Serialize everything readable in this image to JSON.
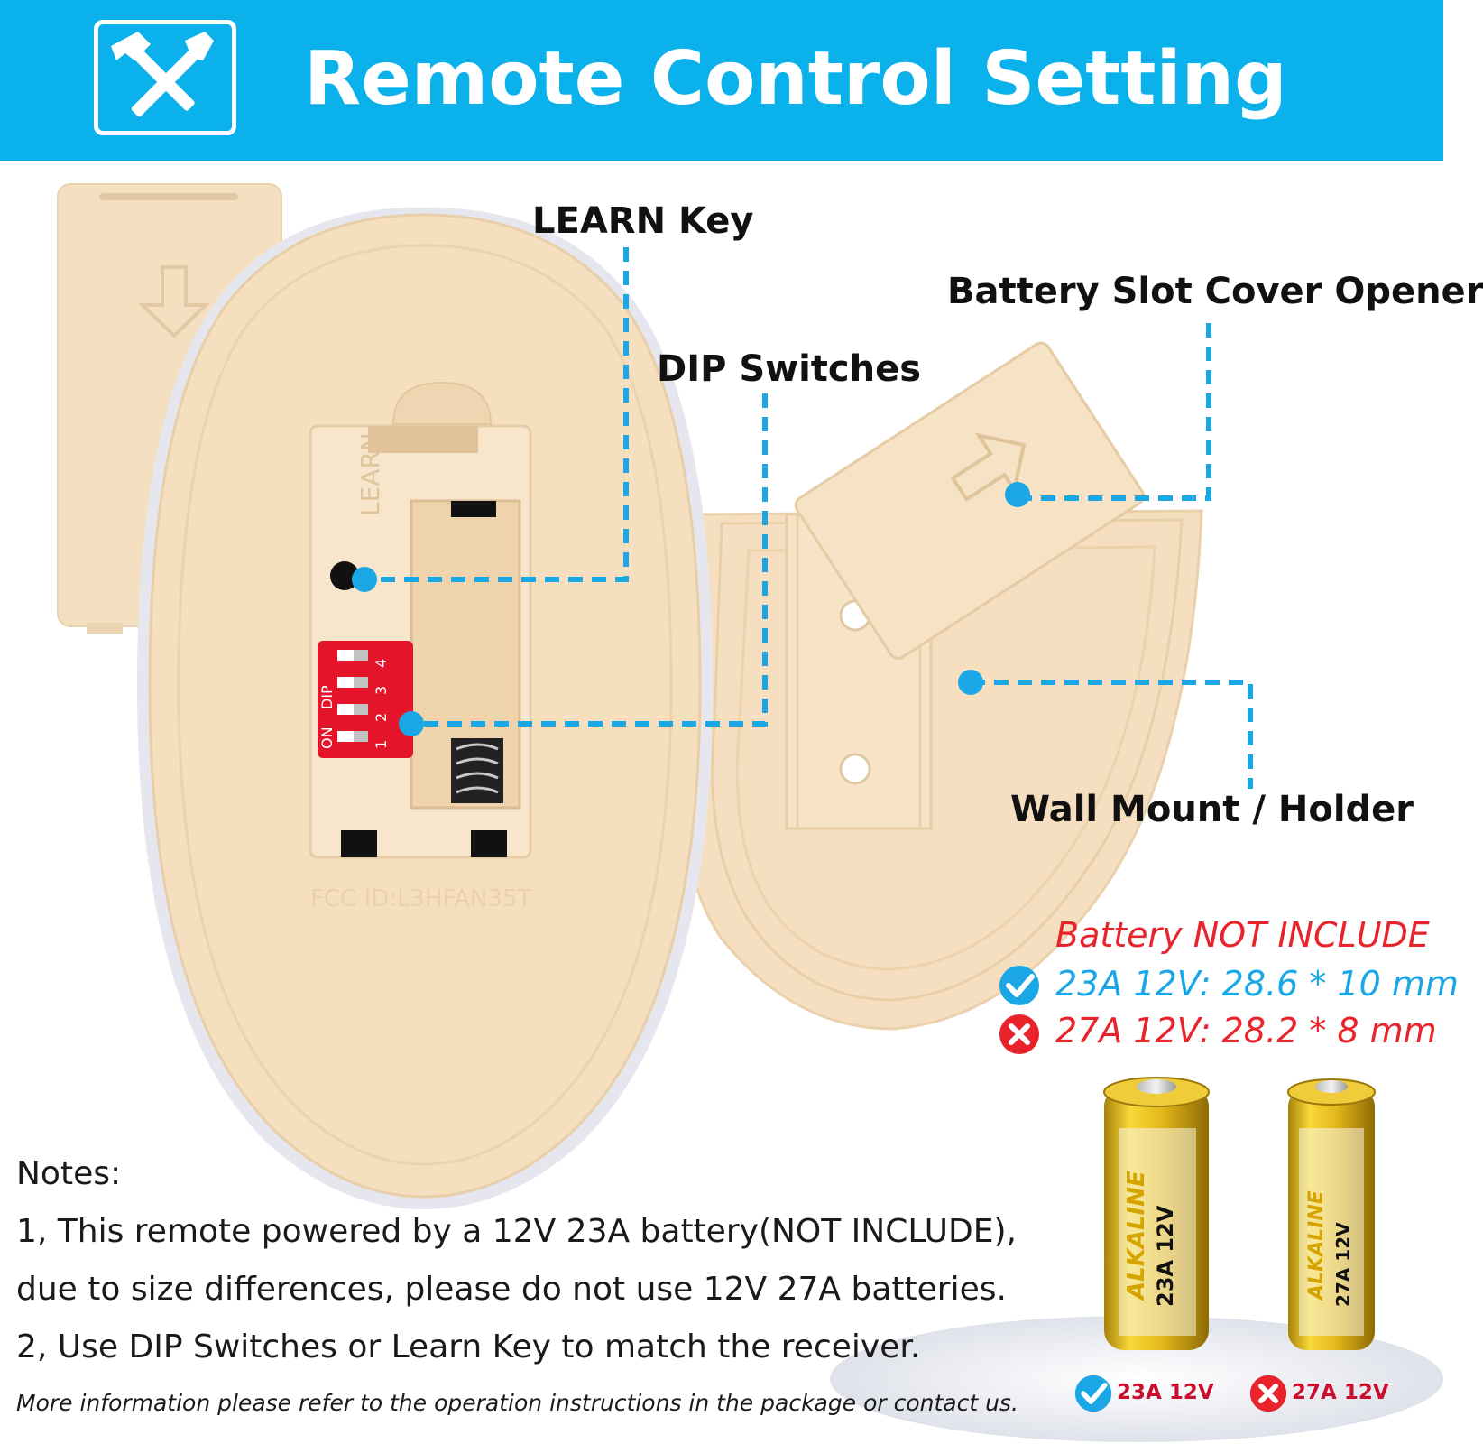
{
  "banner": {
    "title": "Remote Control Setting",
    "icon": "tools-icon",
    "color": "#0ab1ea"
  },
  "callouts": {
    "learn_key": "LEARN Key",
    "dip_switches": "DIP Switches",
    "battery_cover_opener": "Battery Slot Cover Opener",
    "wall_mount": "Wall Mount / Holder"
  },
  "remote_printing": {
    "learn": "LEARN",
    "dip": "DIP",
    "on": "ON",
    "switch_numbers": [
      "1",
      "2",
      "3",
      "4"
    ],
    "fcc": "FCC ID:L3HFAN35T"
  },
  "battery_info": {
    "heading": "Battery NOT INCLUDE",
    "ok_spec": "23A 12V: 28.6 * 10 mm",
    "bad_spec": "27A 12V: 28.2 * 8 mm",
    "accent_red": "#e8232b",
    "accent_blue": "#1ba7e6"
  },
  "batteries": {
    "left_brand": "ALKALINE",
    "left_model": "23A 12V",
    "right_brand": "ALKALINE",
    "right_model": "27A 12V",
    "ok_label": "23A 12V",
    "bad_label": "27A 12V"
  },
  "notes": {
    "heading": "Notes:",
    "line1": "1, This remote powered by a 12V 23A battery(NOT INCLUDE),",
    "line2": "due to size differences, please do not use 12V 27A batteries.",
    "line3": "2, Use DIP Switches or Learn Key to match the receiver.",
    "footer": "More information please refer to the operation instructions in the package or contact us."
  }
}
